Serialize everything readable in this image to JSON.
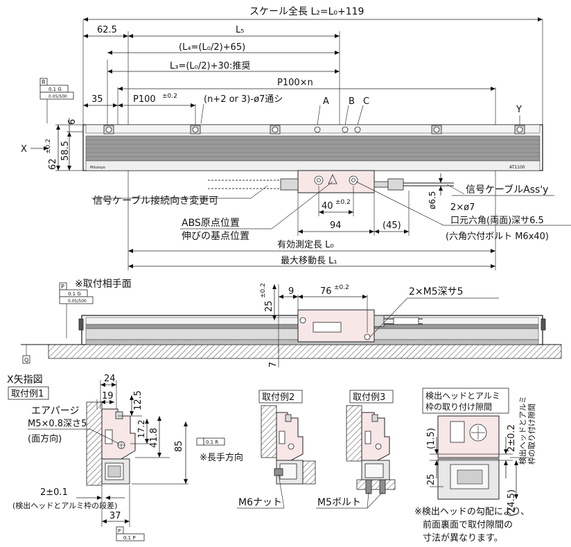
{
  "top": {
    "total_length": "スケール全長 L₂=L₀+119",
    "dim_62_5": "62.5",
    "L5": "L₅",
    "L4": "(L₄=(L₀/2)+65)",
    "L3": "L₃=(L₀/2)+30:推奨",
    "p100n": "P100×n",
    "dim_35": "35",
    "p100": "P100",
    "p100_tol": "±0.2",
    "holes": "(n+2 or 3)-ø7通シ",
    "label_a": "A",
    "label_b": "B",
    "label_c": "C",
    "label_y": "Y",
    "label_x": "X",
    "dim_6": "6",
    "dim_58_5": "58.5",
    "dim_62": "62",
    "dim_62_tol": "±0.2",
    "tol_r": "R",
    "tol_01g": "0.1 G",
    "tol_flat": "0.05/500",
    "brand": "Mitutoyo",
    "model": "AT1100"
  },
  "notes": {
    "cable_direction": "信号ケーブル接続向き変更可",
    "abs_origin": "ABS原点位置",
    "extension_ref": "伸びの基点位置",
    "cable_assy": "信号ケーブルAss'y",
    "dim_6_5": "ø6.5",
    "holes_2": "2×ø7",
    "counterbore": "口元六角(両面)深サ6.5",
    "hex_bolt": "(六角穴付ボルト M6x40)",
    "dim_40": "40",
    "dim_40_tol": "±0.2",
    "dim_94": "94",
    "dim_45": "(45)",
    "effective_length": "有効測定長 L₀",
    "max_travel": "最大移動長 L₁"
  },
  "side": {
    "mount_surface": "※取付相手面",
    "p": "P",
    "tol_01g": "0.1 G",
    "tol_flat": "0.05/500",
    "dim_9": "9",
    "dim_76": "76",
    "dim_76_tol": "±0.2",
    "dim_25": "25",
    "dim_25_tol": "±0.2",
    "m5": "2×M5深サ5",
    "dim_7": "7",
    "q": "Q"
  },
  "xview": {
    "title": "X矢指図",
    "example1": "取付例1",
    "dim_24": "24",
    "dim_19": "19",
    "dim_12_5": "12.5",
    "dim_17_2": "17.2",
    "dim_41_8": "41.8",
    "dim_85": "85",
    "air_purge": "エアパージ",
    "m5_depth": "M5×0.8深さ5",
    "face_dir": "(面方向)",
    "tol_r": "0.1 R",
    "longdir": "※長手方向",
    "dim_2": "2±0.1",
    "step_note": "(検出ヘッドとアルミ枠の段差)",
    "dim_37": "37",
    "tol_p": "P",
    "tol_01p": "0.1 P"
  },
  "ex2": {
    "title": "取付例2",
    "nut": "M6ナット"
  },
  "ex3": {
    "title": "取付例3",
    "bolt": "M5ボルト"
  },
  "gap": {
    "title1": "検出ヘッドとアルミ",
    "title2": "枠の取り付け隙間",
    "dim_1_5": "(1.5)",
    "dim_25": "25",
    "dim_2": "2±0.2",
    "dim_24_5": "(24.5)",
    "side_label1": "検出ヘッドとアルミ",
    "side_label2": "枠の取り付け隙間",
    "note1": "※検出ヘッドの勾配により、",
    "note2": "前面裏面で取付隙間の",
    "note3": "寸法が異なります。"
  }
}
